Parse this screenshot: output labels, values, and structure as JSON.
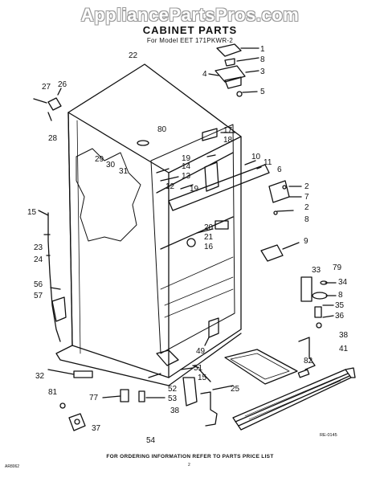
{
  "watermark": "AppliancePartsPros.com",
  "title": "CABINET PARTS",
  "subtitle": "For Model EET 171PKWR-2",
  "footer": "FOR ORDERING INFORMATION REFER TO PARTS PRICE LIST",
  "code_bottom_left": "AR8062",
  "code_bottom_right": "RE-0145",
  "page_mark": "2",
  "part_labels": {
    "l1": "1",
    "l8a": "8",
    "l3": "3",
    "l4": "4",
    "l5": "5",
    "l22": "22",
    "l27": "27",
    "l26": "26",
    "l28": "28",
    "l80": "80",
    "l17": "17",
    "l18": "18",
    "l19": "19",
    "l14": "14",
    "l13": "13",
    "l29": "29",
    "l30": "30",
    "l31": "31",
    "l10": "10",
    "l11": "11",
    "l6": "6",
    "l2a": "2",
    "l7": "7",
    "l2b": "2",
    "l8b": "8",
    "l12": "12",
    "l19b": "19",
    "l15a": "15",
    "l23": "23",
    "l24": "24",
    "l20": "20",
    "l21": "21",
    "l16": "16",
    "l9": "9",
    "l33": "33",
    "l79": "79",
    "l34": "34",
    "l8c": "8",
    "l35": "35",
    "l36": "36",
    "l56": "56",
    "l57": "57",
    "l38a": "38",
    "l82": "82",
    "l41": "41",
    "l49": "49",
    "l32": "32",
    "l51": "51",
    "l15b": "15",
    "l52": "52",
    "l25": "25",
    "l81": "81",
    "l77": "77",
    "l53": "53",
    "l38b": "38",
    "l37": "37",
    "l54": "54"
  }
}
